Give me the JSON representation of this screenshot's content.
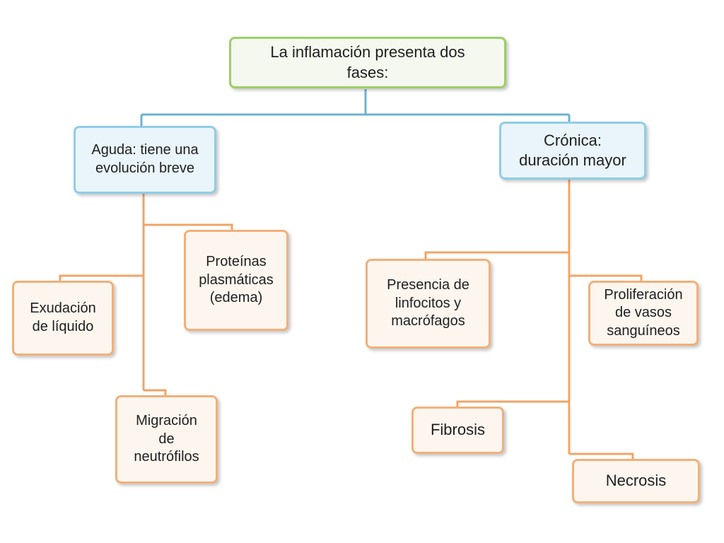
{
  "diagram": {
    "root": {
      "label": "La inflamación presenta dos\nfases:"
    },
    "acute": {
      "label": "Aguda: tiene una\nevolución breve",
      "children": [
        {
          "label": "Proteínas\nplasmáticas\n(edema)"
        },
        {
          "label": "Exudación\nde líquido"
        },
        {
          "label": "Migración\nde\nneutrófilos"
        }
      ]
    },
    "chronic": {
      "label": "Crónica:\nduración mayor",
      "children": [
        {
          "label": "Presencia de\nlinfocitos y\nmacrófagos"
        },
        {
          "label": "Proliferación\nde vasos\nsanguíneos"
        },
        {
          "label": "Fibrosis"
        },
        {
          "label": "Necrosis"
        }
      ]
    },
    "colors": {
      "root_border": "#9ccf67",
      "phase_border": "#8fcde6",
      "leaf_border": "#f2b07a",
      "phase_connector": "#6bb3cf",
      "leaf_connector": "#f0a467"
    }
  }
}
